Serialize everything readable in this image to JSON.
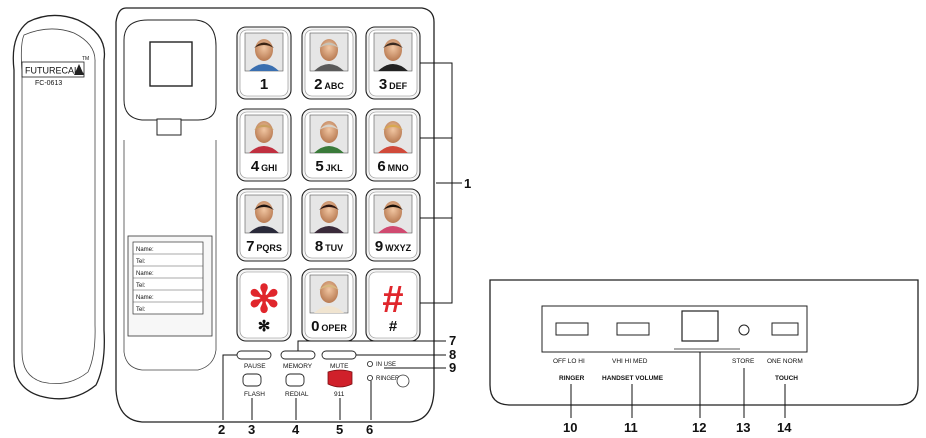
{
  "handset": {
    "brand": "FUTURECALL",
    "trademark": "TM",
    "model": "FC-0613"
  },
  "directory": {
    "entries": [
      {
        "name_label": "Name:",
        "tel_label": "Tel:"
      },
      {
        "name_label": "Name:",
        "tel_label": "Tel:"
      },
      {
        "name_label": "Name:",
        "tel_label": "Tel:"
      }
    ]
  },
  "keypad": {
    "keys": [
      {
        "digit": "1",
        "letters": ""
      },
      {
        "digit": "2",
        "letters": "ABC"
      },
      {
        "digit": "3",
        "letters": "DEF"
      },
      {
        "digit": "4",
        "letters": "GHI"
      },
      {
        "digit": "5",
        "letters": "JKL"
      },
      {
        "digit": "6",
        "letters": "MNO"
      },
      {
        "digit": "7",
        "letters": "PQRS"
      },
      {
        "digit": "8",
        "letters": "TUV"
      },
      {
        "digit": "9",
        "letters": "WXYZ"
      },
      {
        "digit": "✻",
        "letters": ""
      },
      {
        "digit": "0",
        "letters": "OPER"
      },
      {
        "digit": "#",
        "letters": ""
      }
    ],
    "star_symbol": "✻",
    "hash_symbol": "#"
  },
  "function_buttons": {
    "pause": "PAUSE",
    "memory": "MEMORY",
    "mute": "MUTE",
    "flash": "FLASH",
    "redial": "REDIAL",
    "emergency": "911",
    "in_use": "IN USE",
    "ringer": "RINGER"
  },
  "back_panel": {
    "ringer_switch": "OFF  LO  HI",
    "ringer_label": "RINGER",
    "handset_switch": "VHI  HI  MED",
    "handset_label": "HANDSET VOLUME",
    "store_label": "STORE",
    "touch_switch": "ONE  NORM",
    "touch_label": "TOUCH"
  },
  "callouts": [
    "1",
    "2",
    "3",
    "4",
    "5",
    "6",
    "7",
    "8",
    "9",
    "10",
    "11",
    "12",
    "13",
    "14"
  ],
  "colors": {
    "emergency_red": "#d0202a",
    "symbol_red": "#e0262c"
  }
}
